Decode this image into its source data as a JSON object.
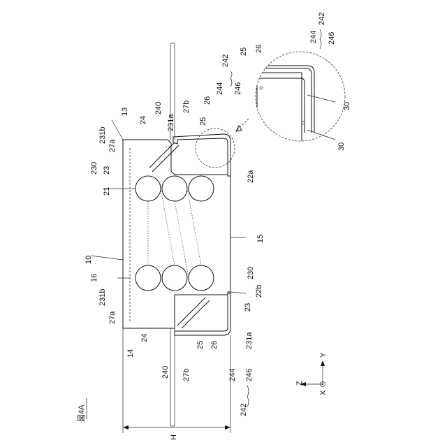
{
  "figure": {
    "title": "図4A",
    "dimension": "H",
    "axes": {
      "z": "Z",
      "y": "Y",
      "x": "X"
    },
    "labels": {
      "l10": "10",
      "l13": "13",
      "l14": "14",
      "l15": "15",
      "l16": "16",
      "l21": "21",
      "l22a": "22a",
      "l22b": "22b",
      "l23_top": "23",
      "l23_bot": "23",
      "l24_top": "24",
      "l24_bot": "24",
      "l25_top": "25",
      "l25_bot": "25",
      "l25_det": "25",
      "l26_top": "26",
      "l26_bot": "26",
      "l26_det": "26",
      "l27a_top": "27a",
      "l27a_bot": "27a",
      "l27b_top": "27b",
      "l27b_bot": "27b",
      "l230_top": "230",
      "l230_bot": "230",
      "l231a_top": "231a",
      "l231a_bot": "231a",
      "l231b_top": "231b",
      "l231b_bot": "231b",
      "l240_top": "240",
      "l240_bot": "240",
      "l242_top": "242",
      "l242_bot": "242",
      "l242_det": "242",
      "l244_top": "244",
      "l244_bot": "244",
      "l244_det": "244",
      "l246_top": "246",
      "l246_bot": "246",
      "l246_det": "246",
      "l30_a": "30",
      "l30_b": "30"
    }
  }
}
